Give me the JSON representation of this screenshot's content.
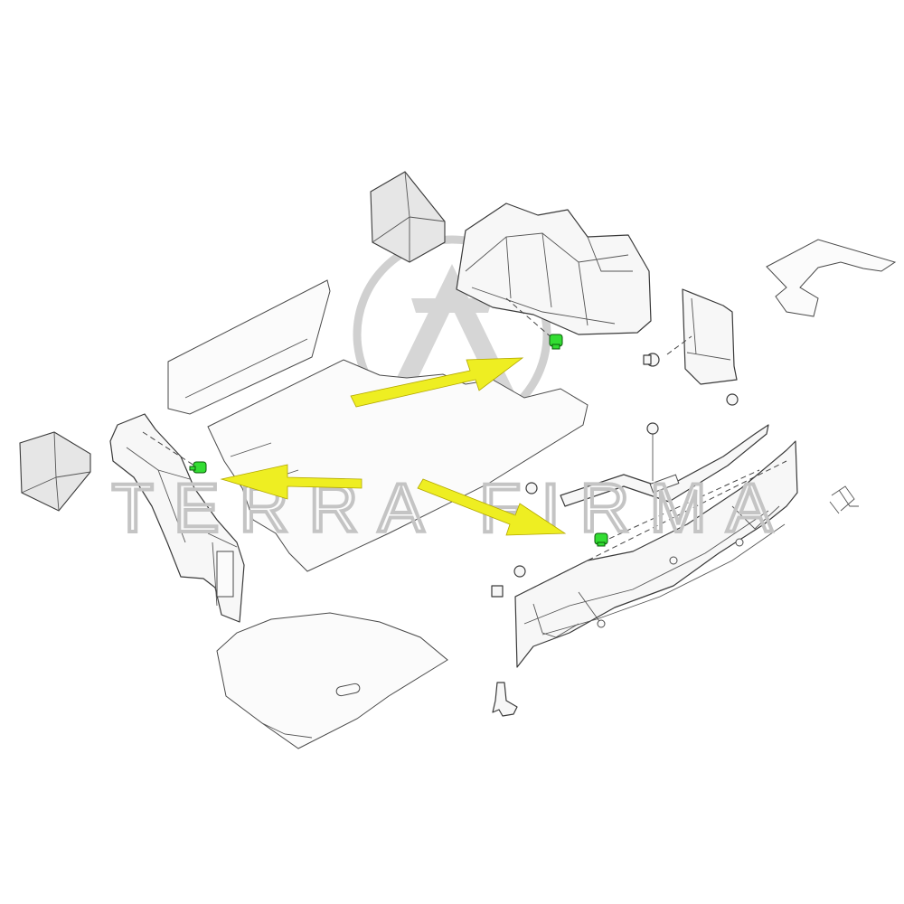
{
  "watermark": {
    "text": "TERRA FIRMA",
    "logo": "tf-circle-logo",
    "color": "#c4c4c4"
  },
  "colors": {
    "highlight_clip": "#33dd33",
    "arrow": "#eeee22",
    "line": "#3a3a3a",
    "part_fill": "#f7f7f7"
  },
  "parts": [
    "rear-trunk-carpet-floor",
    "spare-tire-cover-board",
    "left-side-trunk-trim-panel",
    "right-side-trunk-trim-panel",
    "rear-trunk-finisher-panel",
    "upper-left-side-board",
    "left-foam-spacer-block",
    "upper-foam-spacer-block",
    "right-rear-corner-trim",
    "rear-mounting-bracket",
    "right-floor-insulator",
    "trim-clip",
    "push-rivet",
    "striker-hook",
    "spring-clip"
  ],
  "highlighted_clips": 3,
  "arrows": [
    "arrow-to-left-clip",
    "arrow-to-upper-clip",
    "arrow-to-rear-clip"
  ]
}
